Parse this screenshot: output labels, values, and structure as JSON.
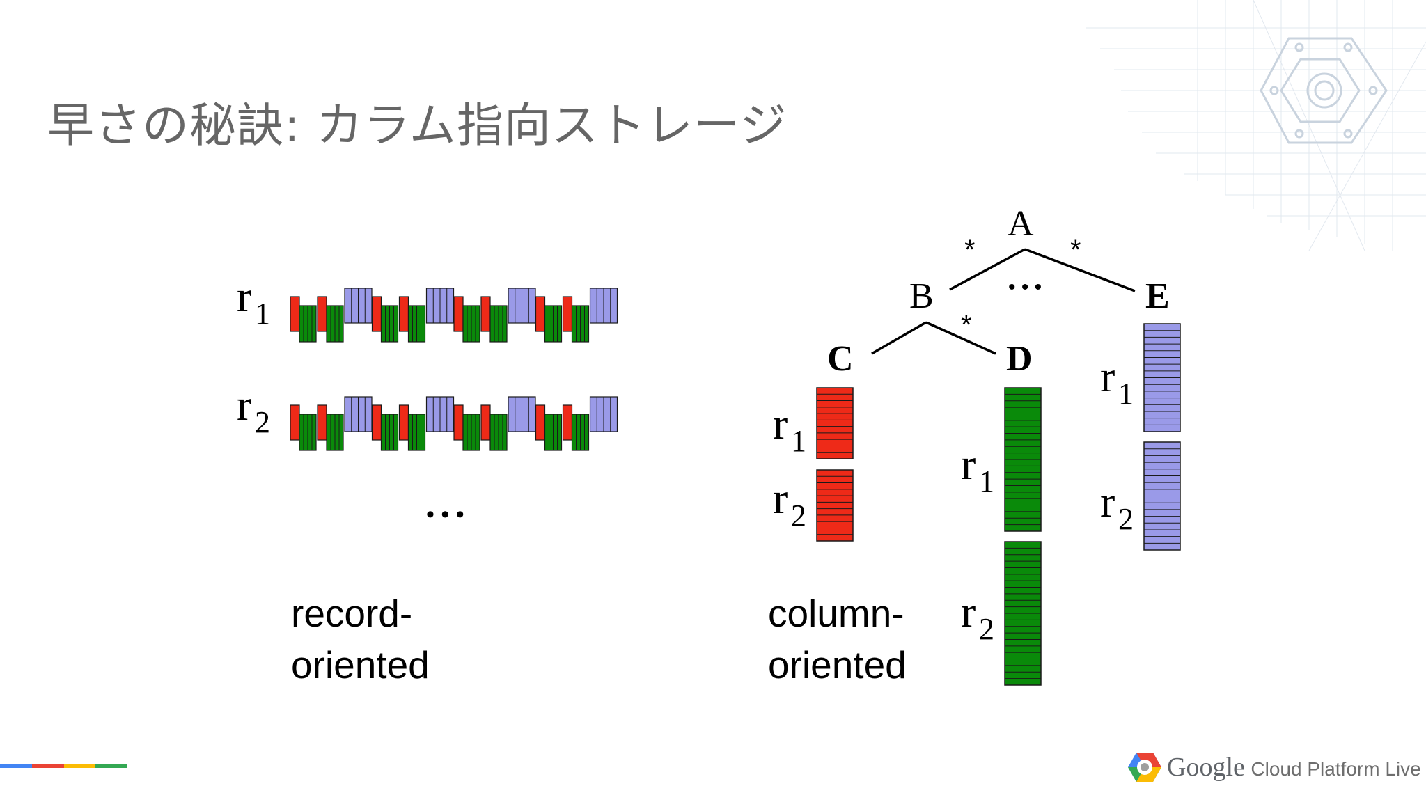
{
  "slide": {
    "title": "早さの秘訣: カラム指向ストレージ"
  },
  "diagram": {
    "record_oriented": {
      "rows": [
        {
          "name": "r",
          "sub": "1"
        },
        {
          "name": "r",
          "sub": "2"
        }
      ],
      "ellipsis": "• • •",
      "caption_line1": "record-",
      "caption_line2": "oriented"
    },
    "column_oriented": {
      "caption_line1": "column-",
      "caption_line2": "oriented",
      "tree": {
        "root": "A",
        "node_b": "B",
        "node_c": "C",
        "node_d": "D",
        "node_e": "E",
        "star": "*",
        "ellipsis": "• • •"
      },
      "columns": {
        "C": {
          "r1": {
            "name": "r",
            "sub": "1"
          },
          "r2": {
            "name": "r",
            "sub": "2"
          }
        },
        "D": {
          "r1": {
            "name": "r",
            "sub": "1"
          },
          "r2": {
            "name": "r",
            "sub": "2"
          }
        },
        "E": {
          "r1": {
            "name": "r",
            "sub": "1"
          },
          "r2": {
            "name": "r",
            "sub": "2"
          }
        }
      }
    },
    "colors": {
      "red": "#ee2a18",
      "green": "#0a8a0a",
      "blue": "#9a9ae8",
      "outline": "#1a1a1a"
    }
  },
  "footer": {
    "brand_google": "Google",
    "brand_rest": "Cloud Platform Live",
    "brand_colors": [
      "#4285f4",
      "#ea4335",
      "#fbbc05",
      "#34a853"
    ]
  }
}
